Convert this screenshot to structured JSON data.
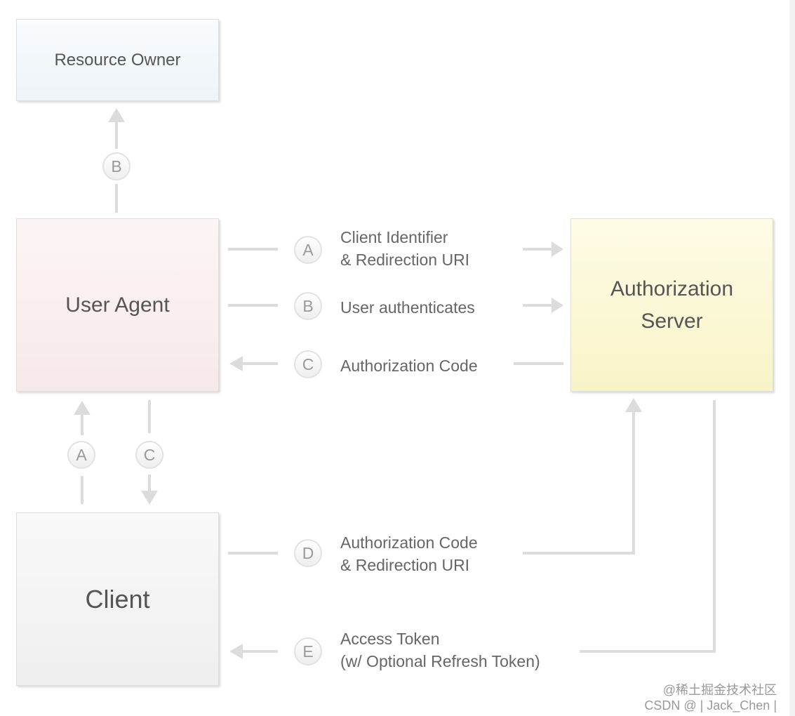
{
  "boxes": {
    "resource_owner": "Resource Owner",
    "user_agent": "User Agent",
    "authorization_server": "Authorization\nServer",
    "client": "Client"
  },
  "steps": {
    "a_label": "A",
    "a_text_1": "Client Identifier",
    "a_text_2": "& Redirection URI",
    "b_label": "B",
    "b_text": "User authenticates",
    "c_label": "C",
    "c_text": "Authorization Code",
    "d_label": "D",
    "d_text_1": "Authorization Code",
    "d_text_2": "& Redirection URI",
    "e_label": "E",
    "e_text_1": "Access Token",
    "e_text_2": "(w/ Optional Refresh Token)"
  },
  "watermark": {
    "line1": "@稀土掘金技术社区",
    "line2": "CSDN @ | Jack_Chen |"
  },
  "colors": {
    "arrow": "#dcdcdc",
    "resource_owner_fill": "#eef4f8",
    "user_agent_fill": "#f7e9ea",
    "authorization_server_fill": "#f8f4c8",
    "client_fill": "#efefef"
  }
}
